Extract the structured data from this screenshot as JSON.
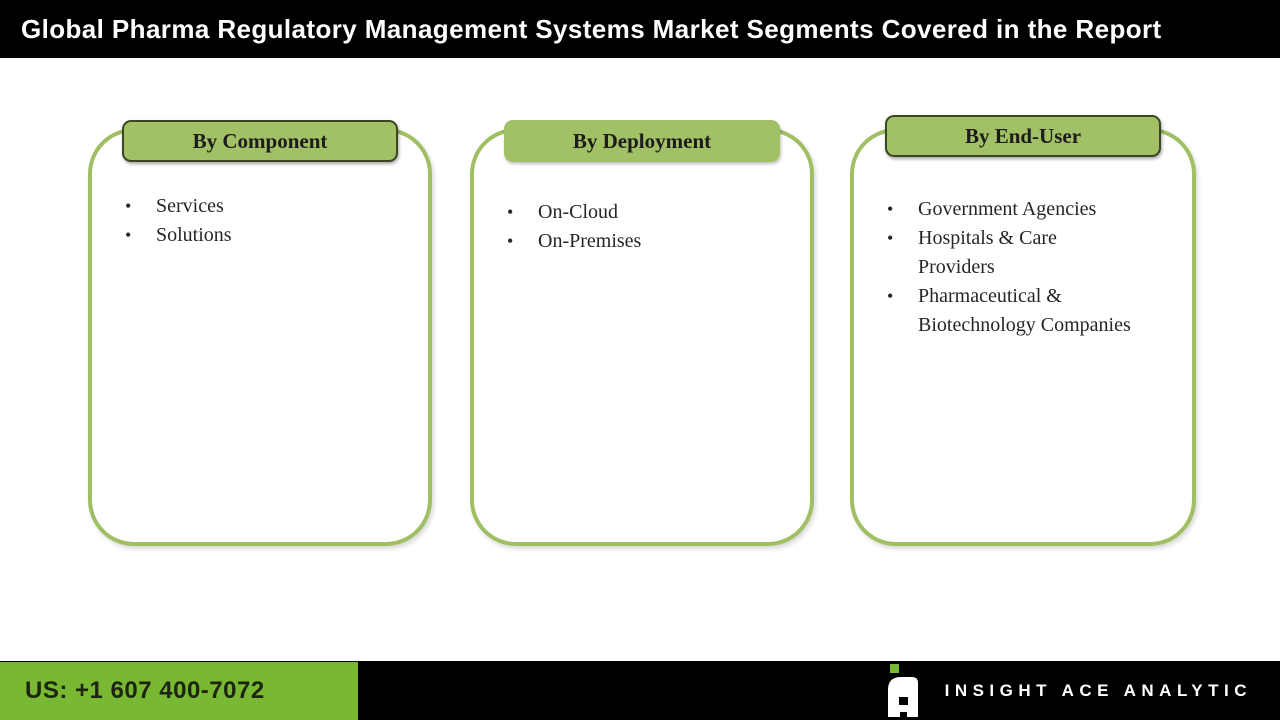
{
  "title": "Global Pharma Regulatory Management Systems Market Segments Covered in the Report",
  "segments": [
    {
      "header": "By Component",
      "items": [
        "Services",
        "Solutions"
      ]
    },
    {
      "header": "By Deployment",
      "items": [
        "On-Cloud",
        "On-Premises"
      ]
    },
    {
      "header": "By End-User",
      "items": [
        "Government Agencies",
        "Hospitals & Care Providers",
        "Pharmaceutical & Biotechnology Companies"
      ]
    }
  ],
  "footer": {
    "phone": "US: +1 607 400-7072",
    "brand": "INSIGHT ACE ANALYTIC",
    "logo_icon": "insight-ace-a-logo"
  },
  "colors": {
    "title_bar_bg": "#000000",
    "title_text": "#ffffff",
    "panel_border_green": "#a0bf62",
    "pill_fill_green": "#a2c065",
    "pill_border_dark": "#3a4722",
    "body_text": "#262626",
    "footer_bg": "#000000",
    "footer_green": "#78b832",
    "logo_dot_green": "#78b832"
  }
}
